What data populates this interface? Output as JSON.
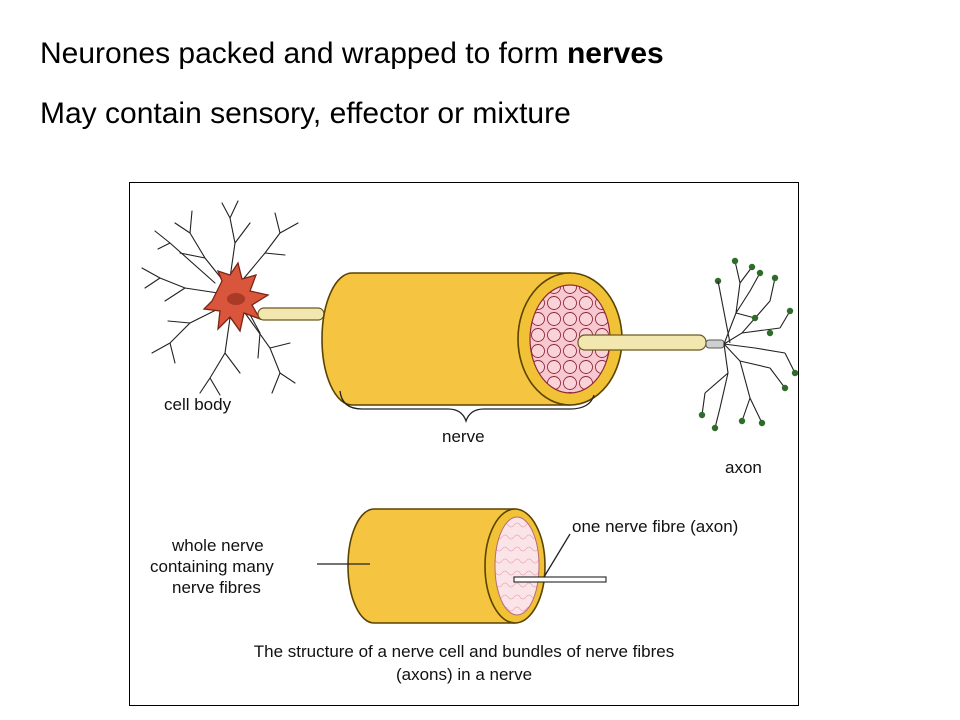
{
  "slide": {
    "line1_text": "Neurones packed and wrapped to form ",
    "line1_bold": "nerves",
    "line2_text": "May contain sensory, effector or mixture"
  },
  "figure": {
    "labels": {
      "cell_body": "cell body",
      "nerve": "nerve",
      "axon": "axon",
      "whole_nerve_1": "whole nerve",
      "whole_nerve_2": "containing many",
      "whole_nerve_3": "nerve fibres",
      "one_fibre": "one nerve fibre (axon)"
    },
    "caption_1": "The structure of a nerve cell and bundles of nerve fibres",
    "caption_2": "(axons) in a nerve",
    "colors": {
      "nerve_yellow": "#f5c542",
      "nerve_outline": "#5a4300",
      "cell_body": "#d9553b",
      "fibre_pink": "#f7c8cf",
      "axon_cream": "#f3e7b0",
      "terminal_green": "#2f6b2a"
    }
  }
}
